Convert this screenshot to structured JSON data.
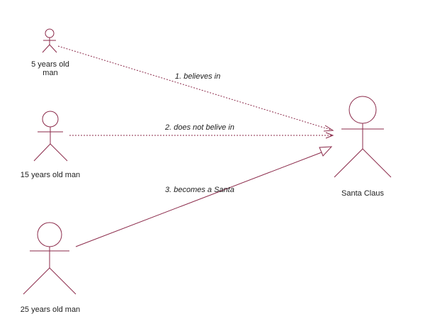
{
  "colors": {
    "stroke": "#8b2a4a",
    "text": "#222222",
    "background": "#ffffff"
  },
  "actors": [
    {
      "id": "a5",
      "label": "5 years old man"
    },
    {
      "id": "a15",
      "label": "15 years old man"
    },
    {
      "id": "a25",
      "label": "25 years old man"
    },
    {
      "id": "santa",
      "label": "Santa Claus"
    }
  ],
  "relations": [
    {
      "label": "1. believes in",
      "from": "5 years old man",
      "to": "Santa Claus",
      "style": "dashed-open-arrow"
    },
    {
      "label": "2. does not belive in",
      "from": "15 years old man",
      "to": "Santa Claus",
      "style": "dashed-open-arrow"
    },
    {
      "label": "3. becomes a Santa",
      "from": "25 years old man",
      "to": "Santa Claus",
      "style": "solid-generalization"
    }
  ]
}
